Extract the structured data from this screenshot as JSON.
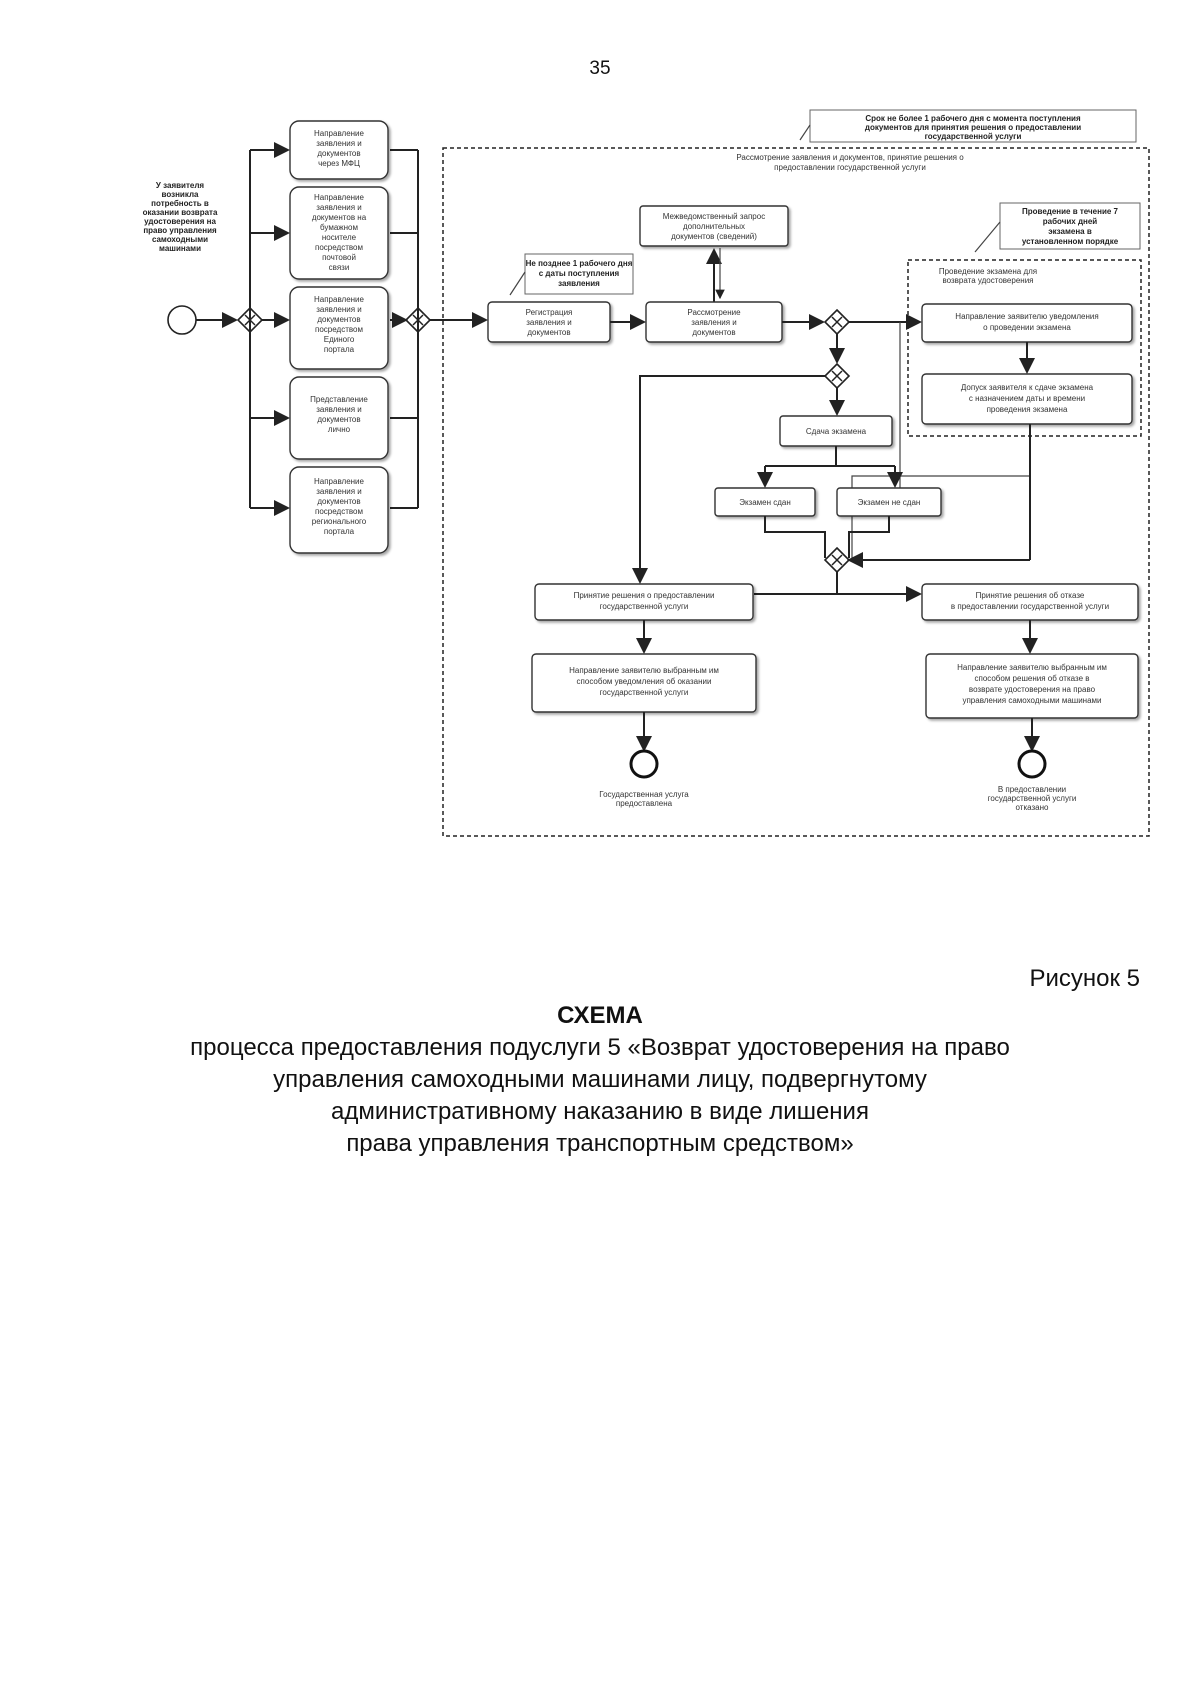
{
  "page_number": "35",
  "figure_label": "Рисунок 5",
  "caption": {
    "title": "СХЕМА",
    "lines": [
      "процесса предоставления подуслуги 5 «Возврат удостоверения на право",
      "управления самоходными машинами лицу, подвергнутому",
      "административному наказанию в виде лишения",
      "права управления транспортным средством»"
    ]
  },
  "diagram": {
    "start_label": [
      "У заявителя",
      "возникла",
      "потребность в",
      "оказании возврата",
      "удостоверения на",
      "право управления",
      "самоходными",
      "машинами"
    ],
    "submission_options": [
      [
        "Направление",
        "заявления и",
        "документов",
        "через МФЦ"
      ],
      [
        "Направление",
        "заявления и",
        "документов на",
        "бумажном",
        "носителе",
        "посредством",
        "почтовой",
        "связи"
      ],
      [
        "Направление",
        "заявления и",
        "документов",
        "посредством",
        "Единого",
        "портала"
      ],
      [
        "Представление",
        "заявления и",
        "документов",
        "лично"
      ],
      [
        "Направление",
        "заявления и",
        "документов",
        "посредством",
        "регионального",
        "портала"
      ]
    ],
    "main_frame_note": [
      "Рассмотрение заявления и документов, принятие решения о",
      "предоставлении государственной услуги"
    ],
    "top_note": [
      "Срок не более 1 рабочего дня с момента поступления",
      "документов для принятия решения о предоставлении",
      "государственной услуги"
    ],
    "registration_note": [
      "Не позднее 1 рабочего дня",
      "с даты поступления",
      "заявления"
    ],
    "registration_box": [
      "Регистрация",
      "заявления и",
      "документов"
    ],
    "interagency_box": [
      "Межведомственный запрос",
      "дополнительных",
      "документов (сведений)"
    ],
    "review_box": [
      "Рассмотрение",
      "заявления и",
      "документов"
    ],
    "exam_note": [
      "Проведение в течение 7",
      "рабочих дней",
      "экзамена в",
      "установленном порядке"
    ],
    "exam_frame_title": [
      "Проведение экзамена для",
      "возврата удостоверения"
    ],
    "notify_box": [
      "Направление заявителю уведомления",
      "о проведении экзамена"
    ],
    "admission_box": [
      "Допуск заявителя к сдаче экзамена",
      "с назначением даты и времени",
      "проведения экзамена"
    ],
    "exam_box": "Сдача экзамена",
    "passed_box": "Экзамен сдан",
    "failed_box": "Экзамен не сдан",
    "grant_box": [
      "Принятие решения о предоставлении",
      "государственной услуги"
    ],
    "refuse_box": [
      "Принятие решения об отказе",
      "в предоставлении государственной услуги"
    ],
    "issue_box": [
      "Направление заявителю выбранным им",
      "способом уведомления об оказании",
      "государственной услуги"
    ],
    "refuse_notice_box": [
      "Направление заявителю выбранным им",
      "способом решения об отказе в",
      "возврате удостоверения на право",
      "управления самоходными машинами"
    ],
    "end_left": [
      "Государственная услуга",
      "предоставлена"
    ],
    "end_right": [
      "В предоставлении",
      "государственной услуги",
      "отказано"
    ]
  }
}
